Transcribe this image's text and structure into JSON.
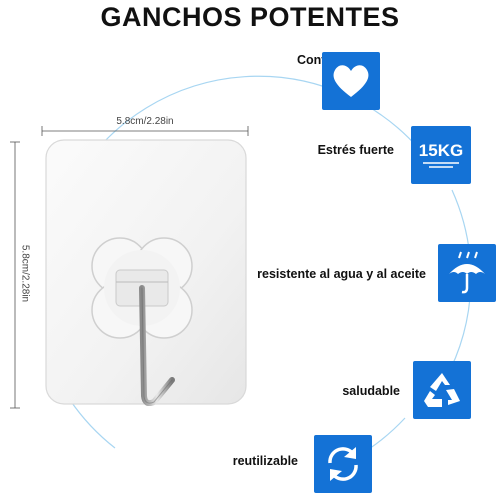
{
  "title": "GANCHOS POTENTES",
  "dimensions": {
    "width_label": "5.8cm/2.28in",
    "height_label": "5.8cm/2.28in"
  },
  "features": [
    {
      "label": "Conveniente",
      "icon": "heart-icon"
    },
    {
      "label": "Estrés fuerte",
      "icon": "weight-badge",
      "badge_text": "15KG"
    },
    {
      "label": "resistente al agua y al aceite",
      "icon": "umbrella-rain-icon"
    },
    {
      "label": "saludable",
      "icon": "recycle-icon"
    },
    {
      "label": "reutilizable",
      "icon": "refresh-icon"
    }
  ],
  "colors": {
    "badge": "#1472d6",
    "arc": "#9fd0f0"
  }
}
